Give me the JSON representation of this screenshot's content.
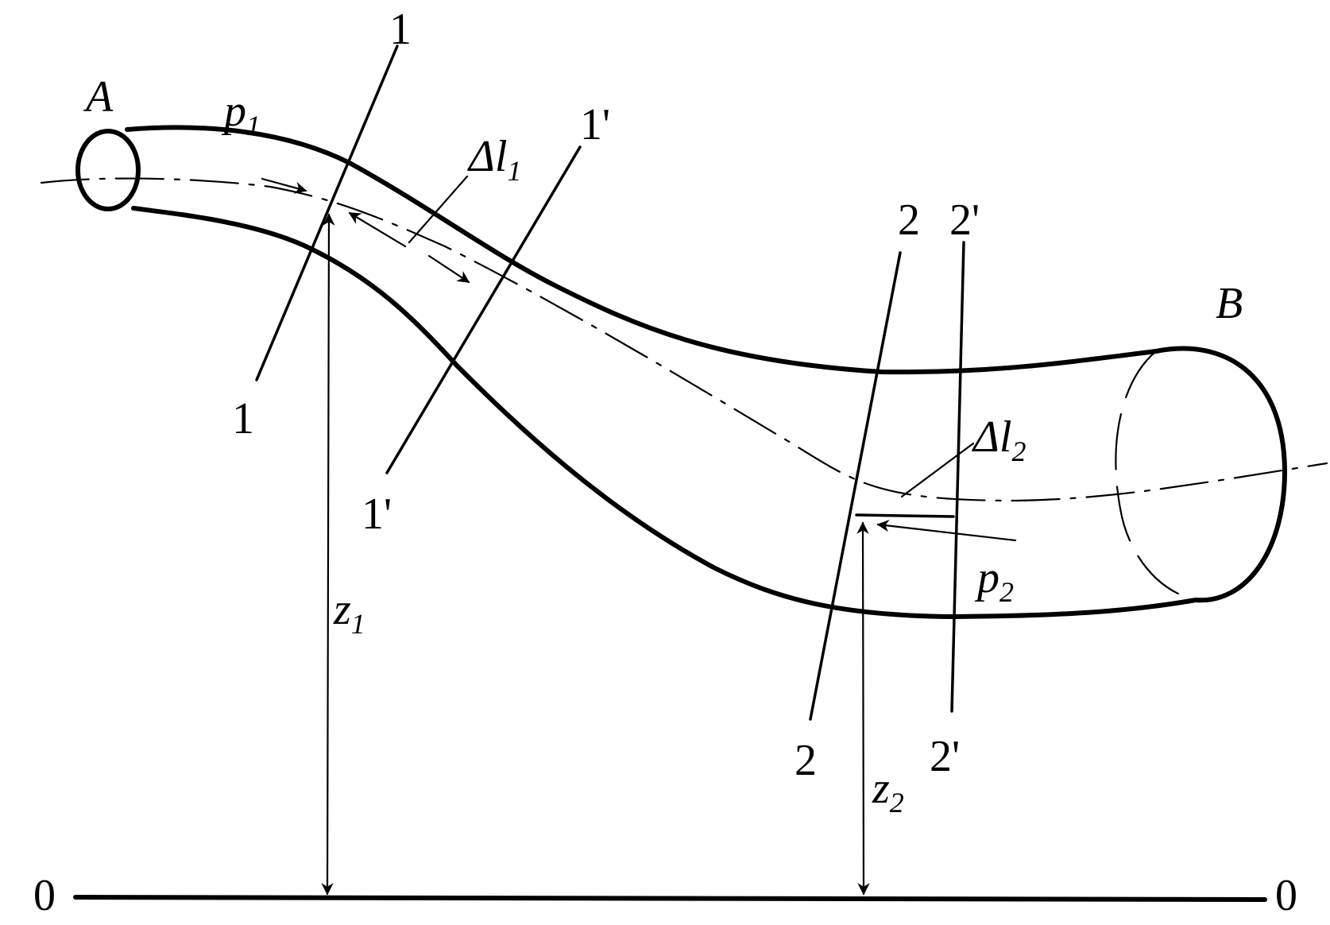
{
  "labels": {
    "point_a": "A",
    "point_b": "B",
    "p1": {
      "base": "p",
      "sub": "1"
    },
    "p2": {
      "base": "p",
      "sub": "2"
    },
    "dl1": {
      "base": "Δl",
      "sub": "1"
    },
    "dl2": {
      "base": "Δl",
      "sub": "2"
    },
    "z1": {
      "base": "z",
      "sub": "1"
    },
    "z2": {
      "base": "z",
      "sub": "2"
    },
    "sec1_top": "1",
    "sec1_bottom": "1",
    "sec1p_top": "1'",
    "sec1p_bottom": "1'",
    "sec2_top": "2",
    "sec2_bottom": "2",
    "sec2p_top": "2'",
    "sec2p_bottom": "2'",
    "datum_left": "0",
    "datum_right": "0"
  }
}
